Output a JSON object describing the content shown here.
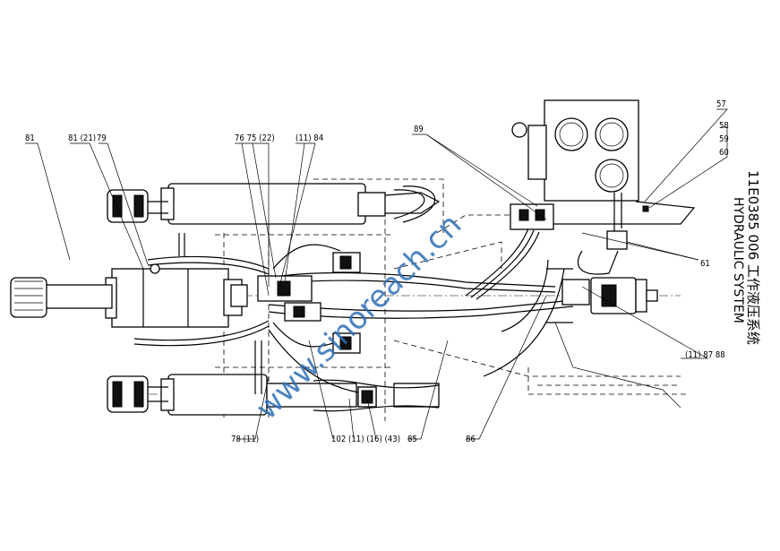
{
  "title": {
    "line1": "11E0385 006  工作液压系统",
    "line2": "HYDRAULIC SYSTEM"
  },
  "callouts": [
    "81",
    "81 (21)",
    "79",
    "76 75 (22)",
    "(11) 84",
    "89",
    "57",
    "58",
    "59",
    "60",
    "61",
    "(11) 87 88",
    "78 (11)",
    "102 (11)  (16)  (43)",
    "85",
    "86"
  ],
  "watermark": "www.sinoreach.cn"
}
